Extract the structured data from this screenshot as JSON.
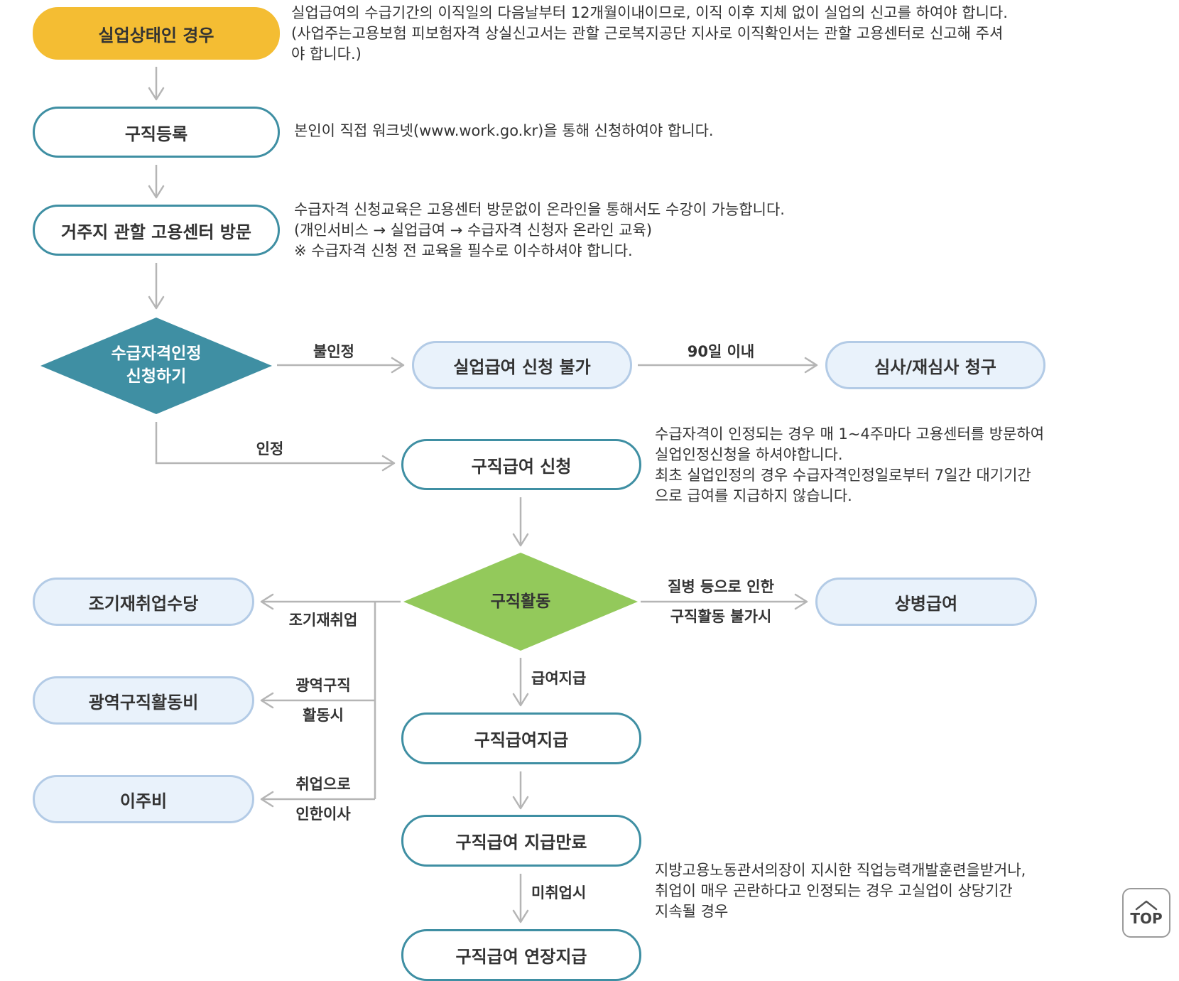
{
  "nodes": {
    "unemployed": "실업상태인 경우",
    "job_registration": "구직등록",
    "visit_center": "거주지 관할 고용센터 방문",
    "eligibility_decision": [
      "수급자격인정",
      "신청하기"
    ],
    "not_eligible": "실업급여 신청 불가",
    "review_request": "심사/재심사 청구",
    "apply_benefit": "구직급여 신청",
    "job_search_decision": "구직활동",
    "early_reemployment": "조기재취업수당",
    "wide_area_expense": "광역구직활동비",
    "relocation_expense": "이주비",
    "sickness_benefit": "상병급여",
    "benefit_payment": "구직급여지급",
    "payment_complete": "구직급여 지급만료",
    "extended_payment": "구직급여 연장지급"
  },
  "edges": {
    "not_recognized": "불인정",
    "within_90_days": "90일 이내",
    "recognized": "인정",
    "early_reemployment": "조기재취업",
    "wide_area": [
      "광역구직",
      "활동시"
    ],
    "relocation": [
      "취업으로",
      "인한이사"
    ],
    "sickness": [
      "질병 등으로 인한",
      "구직활동 불가시"
    ],
    "benefit_payment": "급여지급",
    "not_employed": "미취업시"
  },
  "notes": {
    "unemployed": [
      "실업급여의 수급기간의 이직일의 다음날부터 12개월이내이므로, 이직 이후 지체 없이 실업의 신고를 하여야 합니다.",
      "(사업주는고용보험 피보험자격 상실신고서는 관할 근로복지공단 지사로 이직확인서는 관할 고용센터로 신고해 주셔",
      "야 합니다.)"
    ],
    "job_registration": [
      "본인이 직접 워크넷(www.work.go.kr)을 통해 신청하여야 합니다."
    ],
    "visit_center": [
      "수급자격 신청교육은 고용센터 방문없이 온라인을 통해서도 수강이 가능합니다.",
      "(개인서비스 → 실업급여 → 수급자격 신청자 온라인 교육)",
      "※ 수급자격 신청 전 교육을 필수로 이수하셔야 합니다."
    ],
    "apply_benefit": [
      "수급자격이 인정되는 경우 매 1~4주마다 고용센터를 방문하여",
      "실업인정신청을 하셔야합니다.",
      "최초 실업인정의 경우 수급자격인정일로부터 7일간 대기기간",
      "으로 급여를 지급하지 않습니다."
    ],
    "payment_complete": [
      "지방고용노동관서의장이 지시한 직업능력개발훈련을받거나,",
      "취업이 매우 곤란하다고 인정되는 경우 고실업이 상당기간",
      "지속될 경우"
    ]
  },
  "top_button": "TOP",
  "colors": {
    "start_fill": "#f4bd33",
    "teal_border": "#3f8fa3",
    "teal_diamond": "#3f8fa3",
    "green_diamond": "#93c95b",
    "blue_fill": "#e9f2fb",
    "blue_border": "#b3cbe6",
    "connector": "#b5b5b5",
    "text": "#333333"
  }
}
